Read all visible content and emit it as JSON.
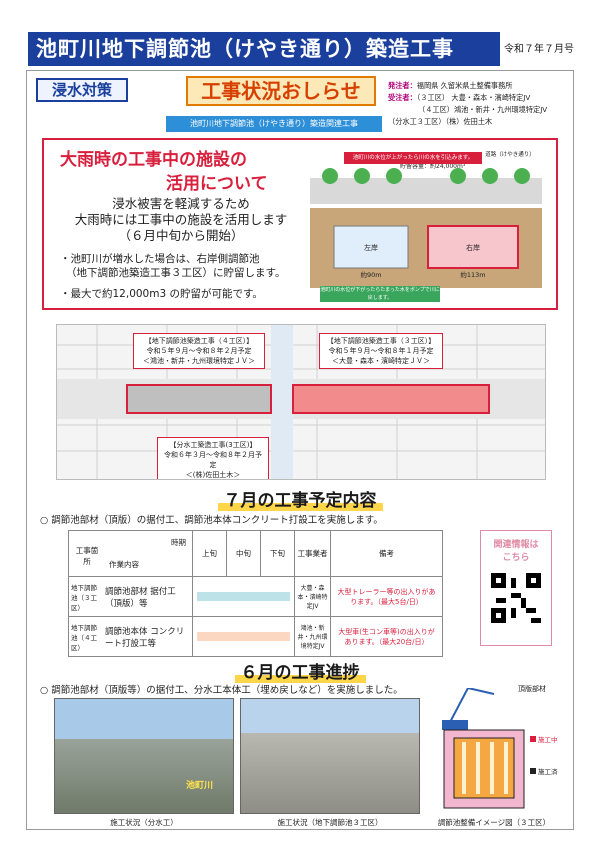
{
  "header": {
    "title": "池町川地下調節池（けやき通り）築造工事",
    "date": "令和７年７月号"
  },
  "tag": "浸水対策",
  "banner": "工事状況おしらせ",
  "issuer": {
    "lines": [
      {
        "label": "発注者：",
        "text": "福岡県 久留米県土整備事務所"
      },
      {
        "label": "受注者：",
        "text": "（３工区） 大豊・森本・濱崎特定JV"
      },
      {
        "label": "",
        "text": "（４工区）鴻池・新井・九州環境特定JV"
      },
      {
        "label": "",
        "text": "（分水工３工区）（株）佐田土木"
      }
    ]
  },
  "sub_banner": "池町川地下調節池（けやき通り）築造関連工事",
  "info": {
    "title_lines": [
      "大雨時の工事中の施設の",
      "活用について"
    ],
    "lead_lines": [
      "浸水被害を軽減するため",
      "大雨時には工事中の施設を活用します",
      "（６月中旬から開始）"
    ],
    "bullets": [
      "・池町川が増水した場合は、右岸側調節池",
      "（地下調節池築造工事３工区）に貯留します。",
      "・最大で約12,000m3 の貯留が可能です。"
    ]
  },
  "diagram": {
    "note_top": "池町川の水位が上がったら川の水を引込みます。",
    "road_label": "道路（けやき通り）",
    "capacity": "貯留容量：約24,000m³",
    "left_pool": "左岸",
    "right_pool": "右岸",
    "left_len": "約90m",
    "right_len": "約113m",
    "note_bottom": "池町川の水位が下がったらたまった水をポンプで川に戻します。"
  },
  "map": {
    "callouts": [
      {
        "title": "【地下調節池築造工事（４工区）】",
        "period": "令和５年９月～令和８年２月予定",
        "jv": "＜鴻池・新井・九州環境特定ＪＶ＞"
      },
      {
        "title": "【地下調節池築造工事（３工区）】",
        "period": "令和５年９月～令和８年１月予定",
        "jv": "＜大豊・森本・濱崎特定ＪＶ＞"
      },
      {
        "title": "【分水工築造工事(3工区)】",
        "period": "令和６年３月～令和８年２月予定",
        "jv": "＜(株)佐田土木＞"
      }
    ]
  },
  "july": {
    "title": "７月の工事予定内容",
    "desc": "○ 調節池部材（頂版）の据付工、調節池本体コンクリート打設工を実施します。",
    "head": {
      "period": "時期",
      "site": "工事箇所",
      "work": "作業内容",
      "early": "上旬",
      "mid": "中旬",
      "late": "下旬",
      "company": "工事業者",
      "remarks": "備考"
    },
    "rows": [
      {
        "site": "地下調節池（３工区）",
        "work": "調節池部材 据付工（頂版）等",
        "company": "大豊・森本・濱崎特定JV",
        "remarks": "大型トレーラー等の出入りがあります。（最大5台/日）",
        "bar_color": "#bde3e8"
      },
      {
        "site": "地下調節池（４工区）",
        "work": "調節池本体 コンクリート打設工等",
        "company": "鴻池・新井・九州環境特定JV",
        "remarks": "大型車(生コン車等)の出入りがあります。（最大20台/日）",
        "bar_color": "#fbd6c0"
      }
    ]
  },
  "qr": {
    "line1": "関連情報は",
    "line2": "こちら"
  },
  "june": {
    "title": "６月の工事進捗",
    "desc": "○ 調節池部材（頂版等）の据付工、分水工本体工（埋め戻しなど）を実施しました。",
    "photo1_cap": "施工状況（分水工）",
    "photo1_label": "池町川",
    "photo2_cap": "施工状況（地下調節池３工区）",
    "fig_cap": "調節池整備イメージ図（３工区）",
    "fig_label_top": "頂版部材",
    "legend_active": "施工中",
    "legend_done": "施工済"
  },
  "colors": {
    "header": "#1a3f9c",
    "accent_red": "#d81f3c",
    "accent_orange": "#e07a00"
  }
}
